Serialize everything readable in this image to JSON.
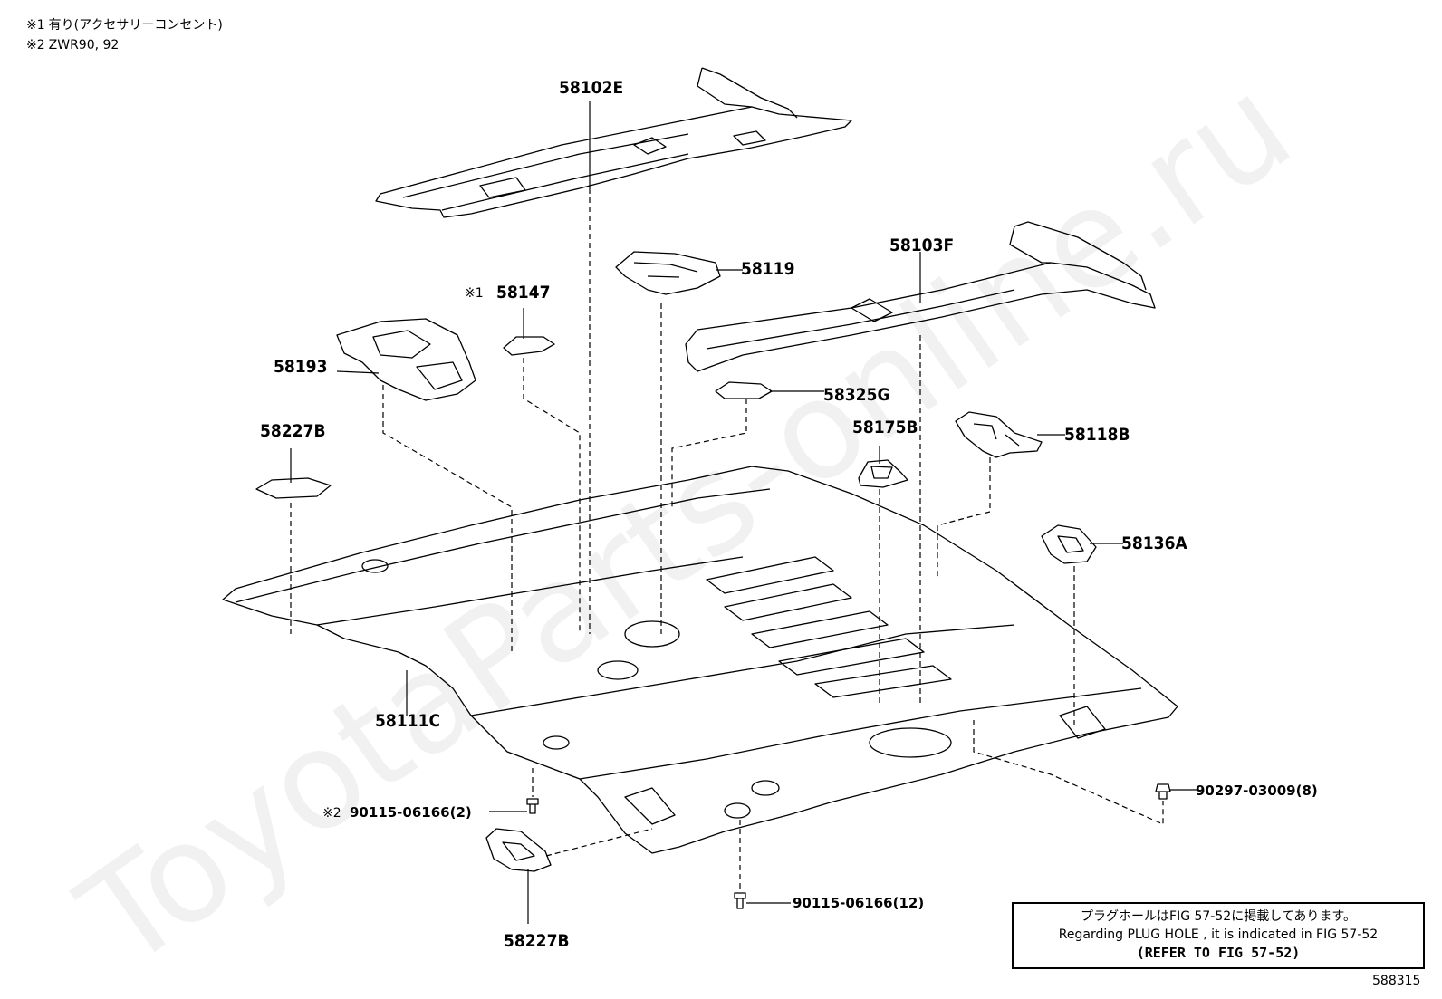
{
  "notes": [
    {
      "mark": "※1",
      "text": "有り(アクセサリーコンセント)"
    },
    {
      "mark": "※2",
      "text": "ZWR90, 92"
    }
  ],
  "parts": {
    "p58102E": "58102E",
    "p58119": "58119",
    "p58103F": "58103F",
    "p58147_mark": "※1",
    "p58147": "58147",
    "p58193": "58193",
    "p58325G": "58325G",
    "p58175B": "58175B",
    "p58118B": "58118B",
    "p58227B_top": "58227B",
    "p58136A": "58136A",
    "p58111C": "58111C",
    "p90297": "90297-03009(8)",
    "p90115_small_mark": "※2",
    "p90115_small": "90115-06166(2)",
    "p90115_large": "90115-06166(12)",
    "p58227B_bottom": "58227B"
  },
  "reference": {
    "line1": "プラグホールはFIG 57-52に掲載してあります。",
    "line2": "Regarding PLUG HOLE , it is indicated in FIG 57-52",
    "line3": "(REFER TO FIG 57-52)"
  },
  "figure_number": "588315",
  "watermark": "ToyotaParts-online.ru"
}
